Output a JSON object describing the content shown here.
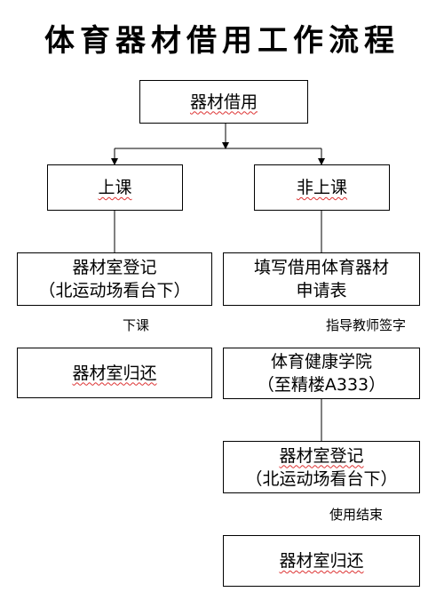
{
  "title": "体育器材借用工作流程",
  "nodes": {
    "root": "器材借用",
    "in_class": "上课",
    "not_in_class": "非上课",
    "left_register_line1": "器材室登记",
    "left_register_line2": "（北运动场看台下）",
    "fill_form_line1": "填写借用体育器材",
    "fill_form_line2": "申请表",
    "left_return": "器材室归还",
    "college_line1": "体育健康学院",
    "college_line2": "（至精楼A333）",
    "right_register_line1": "器材室登记",
    "right_register_line2": "（北运动场看台下）",
    "right_return": "器材室归还"
  },
  "edge_labels": {
    "after_class": "下课",
    "teacher_sign": "指导教师签字",
    "use_finished": "使用结束"
  }
}
